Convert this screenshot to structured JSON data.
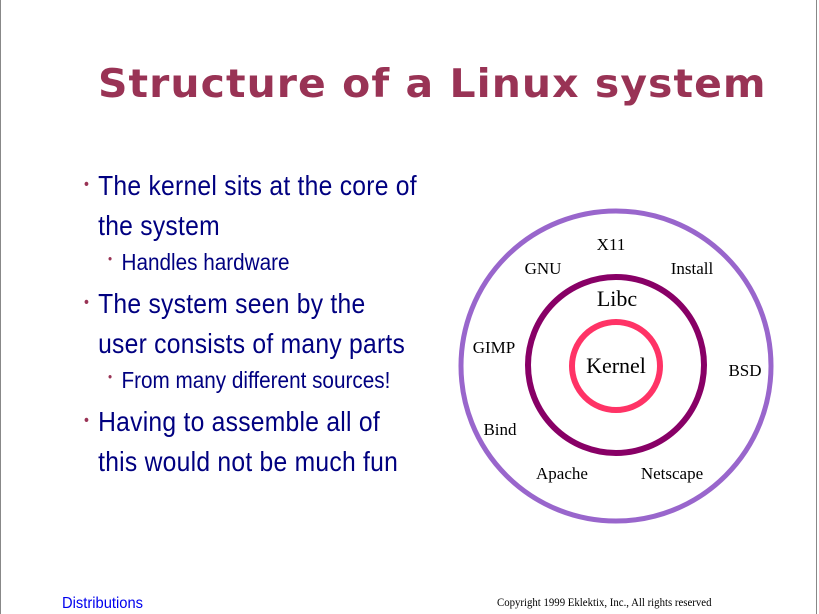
{
  "title": "Structure of a Linux system",
  "bullets": [
    {
      "text_lines": [
        "The kernel sits at the core of",
        "the system"
      ],
      "sub": [
        "Handles hardware"
      ]
    },
    {
      "text_lines": [
        "The system seen by the",
        "user consists of many parts"
      ],
      "sub": [
        "From many different sources!"
      ]
    },
    {
      "text_lines": [
        "Having to assemble all of",
        "this would not be much fun"
      ],
      "sub": []
    }
  ],
  "diagram": {
    "kernel": "Kernel",
    "libc": "Libc",
    "outer_labels": {
      "x11": "X11",
      "gnu": "GNU",
      "install": "Install",
      "gimp": "GIMP",
      "bsd": "BSD",
      "bind": "Bind",
      "apache": "Apache",
      "netscape": "Netscape"
    },
    "colors": {
      "outer": "#9966cc",
      "middle": "#880066",
      "inner": "#ff3366"
    }
  },
  "footer": {
    "link": "Distributions",
    "copyright": "Copyright 1999 Eklektix, Inc., All rights reserved"
  }
}
